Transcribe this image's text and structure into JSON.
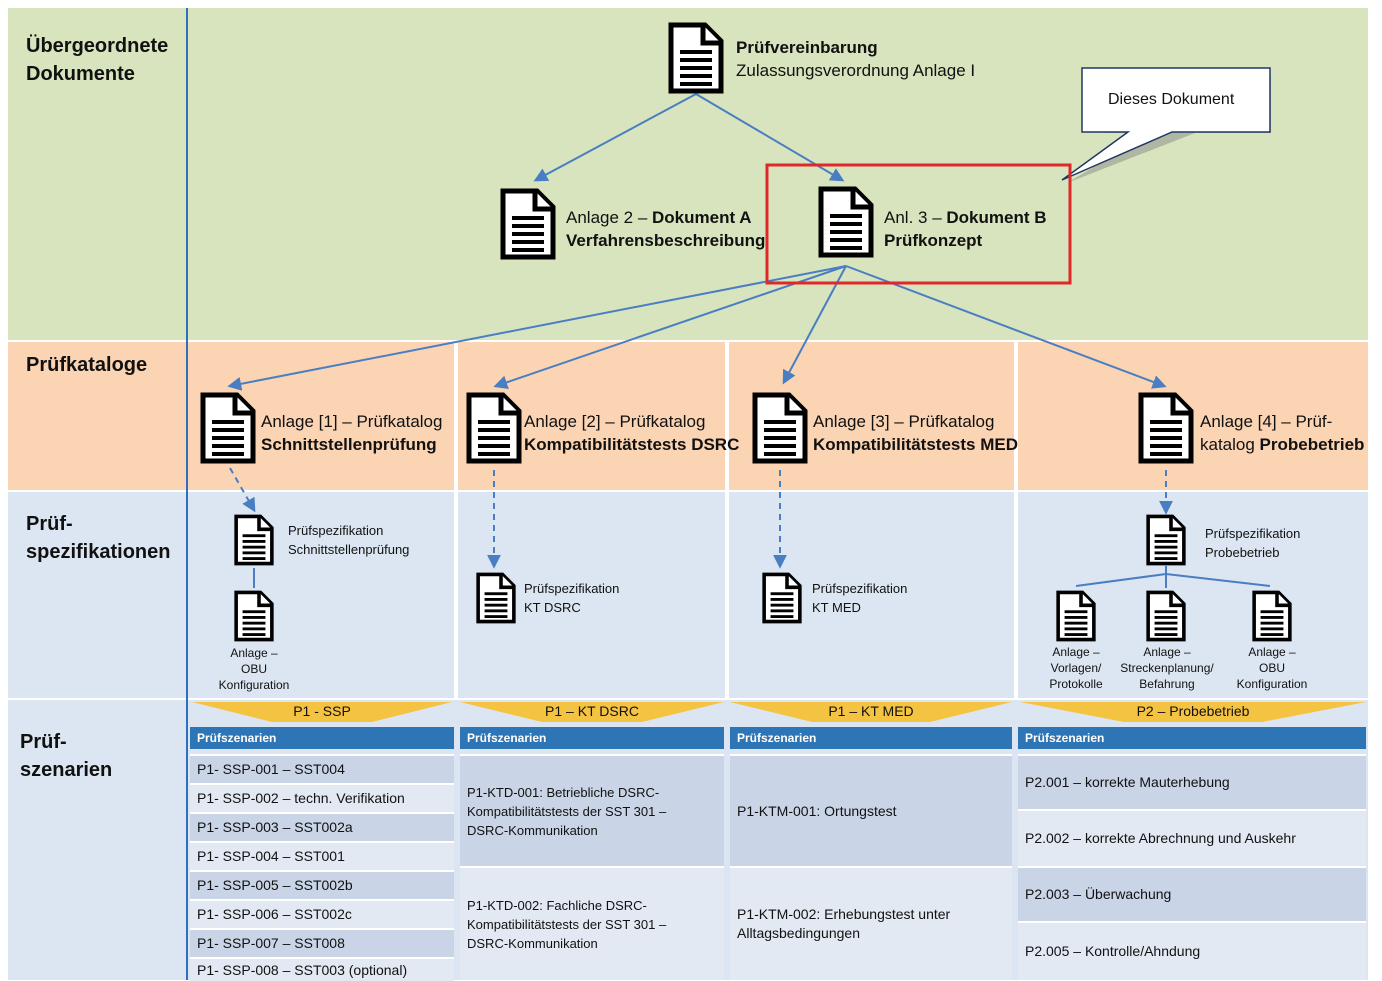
{
  "sections": {
    "uebergeordnet": "Übergeordnete\nDokumente",
    "pruefkataloge": "Prüfkataloge",
    "pruefspez": "Prüf-\nspezifikationen",
    "pruefszen": "Prüf-\nszenarien"
  },
  "top_doc": {
    "line1": "Prüfvereinbarung",
    "line2": "Zulassungsverordnung Anlage I"
  },
  "doc_a": {
    "line1_prefix": "Anlage 2 – ",
    "line1_bold": "Dokument A",
    "line2": "Verfahrensbeschreibung"
  },
  "doc_b": {
    "line1_prefix": "Anl. 3 – ",
    "line1_bold": "Dokument B",
    "line2": "Prüfkonzept"
  },
  "callout": "Dieses Dokument",
  "catalogs": [
    {
      "line1": "Anlage [1] – Prüfkatalog",
      "line2_prefix": "",
      "line2_bold": "Schnittstellenprüfung"
    },
    {
      "line1": "Anlage [2] – Prüfkatalog",
      "line2_prefix": "",
      "line2_bold": "Kompatibilitätstests DSRC"
    },
    {
      "line1": "Anlage [3] – Prüfkatalog",
      "line2_prefix": "",
      "line2_bold": "Kompatibilitätstests MED"
    },
    {
      "line1": "Anlage [4] – Prüf-",
      "line2_prefix": "katalog ",
      "line2_bold": "Probebetrieb"
    }
  ],
  "specs": [
    {
      "line1": "Prüfspezifikation",
      "line2": "Schnittstellenprüfung"
    },
    {
      "line1": "Prüfspezifikation",
      "line2": "KT DSRC"
    },
    {
      "line1": "Prüfspezifikation",
      "line2": "KT MED"
    },
    {
      "line1": "Prüfspezifikation",
      "line2": "Probebetrieb"
    }
  ],
  "annexes": {
    "obu_col1": {
      "l1": "Anlage –",
      "l2": "OBU",
      "l3": "Konfiguration"
    },
    "vorlagen": {
      "l1": "Anlage –",
      "l2": "Vorlagen/",
      "l3": "Protokolle"
    },
    "strecken": {
      "l1": "Anlage –",
      "l2": "Streckenplanung/",
      "l3": "Befahrung"
    },
    "obu_col4": {
      "l1": "Anlage –",
      "l2": "OBU",
      "l3": "Konfiguration"
    }
  },
  "chevrons": [
    "P1 - SSP",
    "P1 – KT DSRC",
    "P1 – KT MED",
    "P2 – Probebetrieb"
  ],
  "tables": {
    "header": "Prüfszenarien",
    "ssp": [
      "P1- SSP-001 – SST004",
      "P1- SSP-002 – techn. Verifikation",
      "P1- SSP-003 – SST002a",
      "P1- SSP-004 – SST001",
      "P1- SSP-005 – SST002b",
      "P1- SSP-006 – SST002c",
      "P1- SSP-007 – SST008",
      "P1- SSP-008 – SST003 (optional)"
    ],
    "dsrc": [
      {
        "l1": "P1-KTD-001: Betriebliche DSRC-",
        "l2": "Kompatibilitätstests der SST 301 –",
        "l3": "DSRC-Kommunikation"
      },
      {
        "l1": "P1-KTD-002: Fachliche DSRC-",
        "l2": "Kompatibilitätstests der SST 301 –",
        "l3": "DSRC-Kommunikation"
      }
    ],
    "med": [
      {
        "l1": "P1-KTM-001: Ortungstest",
        "l2": ""
      },
      {
        "l1": "P1-KTM-002: Erhebungstest unter",
        "l2": "Alltagsbedingungen"
      }
    ],
    "probe": [
      "P2.001 – korrekte Mauterhebung",
      "P2.002 – korrekte Abrechnung und Auskehr",
      "P2.003 – Überwachung",
      "P2.005 – Kontrolle/Ahndung"
    ]
  },
  "colors": {
    "green": "#d7e4bd",
    "orange": "#fbd4b4",
    "blue": "#dce6f2",
    "chevron": "#f5c342",
    "arrow": "#4a7ec2",
    "highlight": "#e0282b",
    "table_head": "#2e75b6"
  }
}
